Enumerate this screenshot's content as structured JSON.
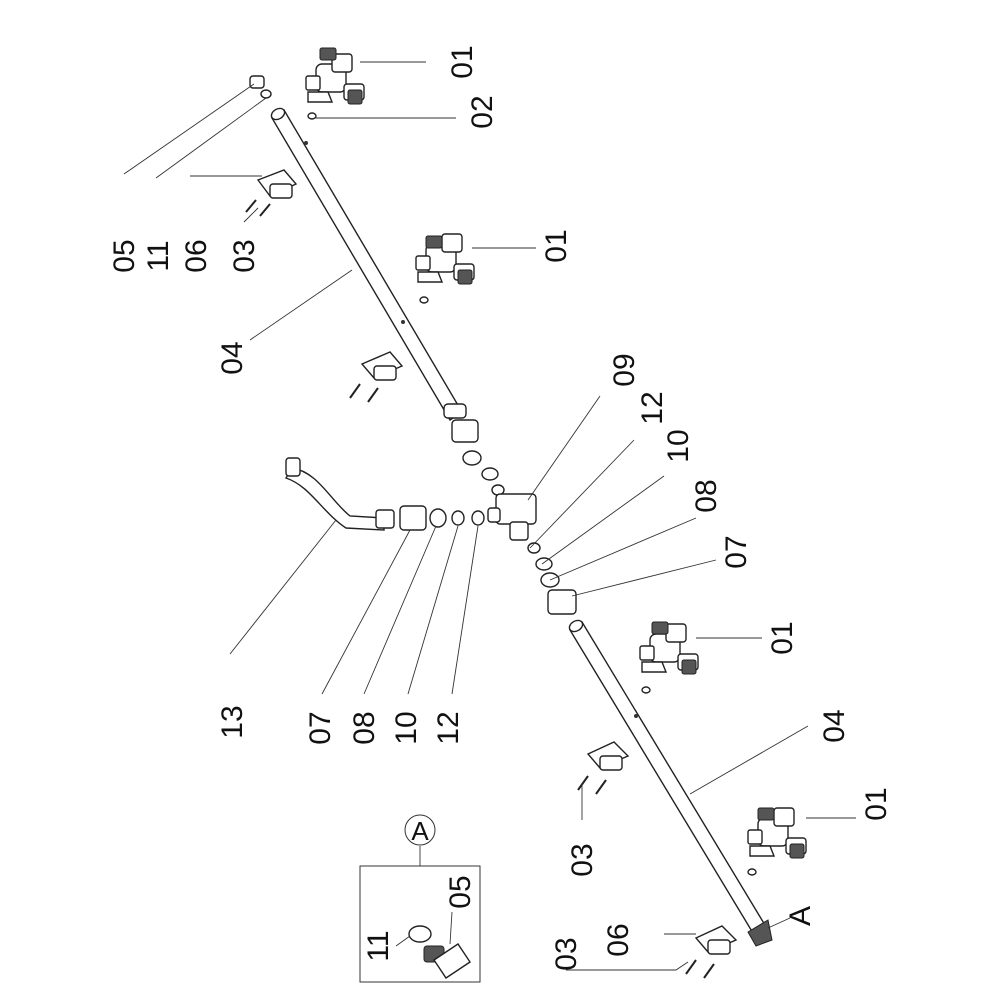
{
  "diagram": {
    "labels": {
      "01": "01",
      "02": "02",
      "03": "03",
      "04": "04",
      "05": "05",
      "06": "06",
      "07": "07",
      "08": "08",
      "09": "09",
      "10": "10",
      "11": "11",
      "12": "12",
      "13": "13"
    },
    "detail_ref": "A",
    "detail_box_title": "A"
  }
}
